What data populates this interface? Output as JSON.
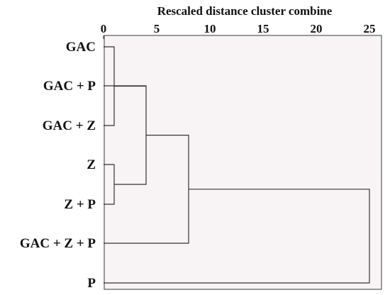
{
  "chart_data": {
    "type": "dendrogram",
    "title": "Rescaled distance cluster combine",
    "x_ticks": [
      0,
      5,
      10,
      15,
      20,
      25
    ],
    "xlim": [
      0,
      25
    ],
    "leaves": [
      "GAC",
      "GAC + P",
      "GAC + Z",
      "Z",
      "Z + P",
      "GAC + Z + P",
      "P"
    ],
    "merges": [
      {
        "left": "GAC",
        "right": "GAC + Z",
        "distance": 1
      },
      {
        "left": "Z",
        "right": "Z + P",
        "distance": 1
      },
      {
        "left": "GAC + P",
        "right": "GAC | GAC + Z",
        "distance": 4
      },
      {
        "left": "GAC + P | GAC | GAC + Z",
        "right": "Z | Z + P",
        "distance": 4
      },
      {
        "left": "GAC + P | GAC | GAC + Z | Z | Z + P",
        "right": "GAC + Z + P",
        "distance": 8
      },
      {
        "left": "GAC + P | GAC | GAC + Z | Z | Z + P | GAC + Z + P",
        "right": "P",
        "distance": 25
      }
    ]
  },
  "colors": {
    "frame_fill": "#f8f4f6",
    "line": "#333333"
  }
}
